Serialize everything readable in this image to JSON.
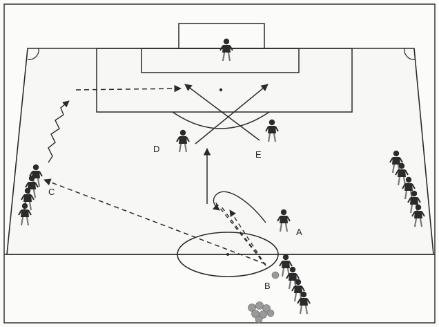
{
  "diagram": {
    "labels": {
      "a": "A",
      "b": "B",
      "c": "C",
      "d": "D",
      "e": "E"
    },
    "colors": {
      "line": "#2a2a2a",
      "field": "#f7f7f5",
      "player": "#2b2b2b",
      "balls": "#9a9a9a"
    }
  }
}
